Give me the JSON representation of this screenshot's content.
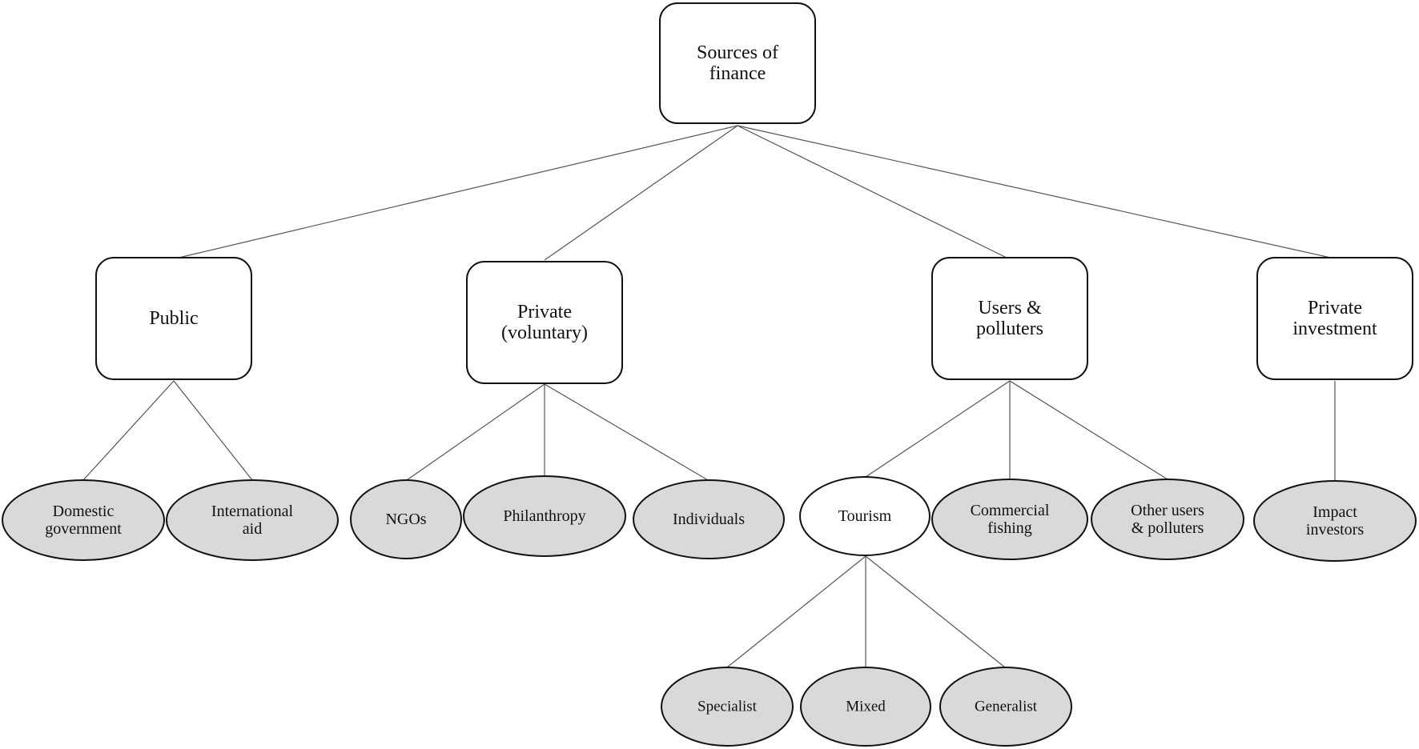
{
  "colors": {
    "leaf_fill": "#d9d9d9",
    "white_fill": "#ffffff",
    "stroke": "#111111",
    "edge": "#555555"
  },
  "diagram": {
    "root": {
      "id": "sources-of-finance",
      "lines": [
        "Sources of",
        "finance"
      ]
    },
    "categories": [
      {
        "id": "public",
        "lines": [
          "Public"
        ]
      },
      {
        "id": "private-voluntary",
        "lines": [
          "Private",
          "(voluntary)"
        ]
      },
      {
        "id": "users-polluters",
        "lines": [
          "Users &",
          "polluters"
        ]
      },
      {
        "id": "private-investment",
        "lines": [
          "Private",
          "investment"
        ]
      }
    ],
    "subcategories": [
      {
        "id": "domestic-government",
        "parent": "public",
        "lines": [
          "Domestic",
          "government"
        ],
        "style": "grey"
      },
      {
        "id": "international-aid",
        "parent": "public",
        "lines": [
          "International",
          "aid"
        ],
        "style": "grey"
      },
      {
        "id": "ngos",
        "parent": "private-voluntary",
        "lines": [
          "NGOs"
        ],
        "style": "grey"
      },
      {
        "id": "philanthropy",
        "parent": "private-voluntary",
        "lines": [
          "Philanthropy"
        ],
        "style": "grey"
      },
      {
        "id": "individuals",
        "parent": "private-voluntary",
        "lines": [
          "Individuals"
        ],
        "style": "grey"
      },
      {
        "id": "tourism",
        "parent": "users-polluters",
        "lines": [
          "Tourism"
        ],
        "style": "white"
      },
      {
        "id": "commercial-fishing",
        "parent": "users-polluters",
        "lines": [
          "Commercial",
          "fishing"
        ],
        "style": "grey"
      },
      {
        "id": "other-users-polluters",
        "parent": "users-polluters",
        "lines": [
          "Other users",
          "& polluters"
        ],
        "style": "grey"
      },
      {
        "id": "impact-investors",
        "parent": "private-investment",
        "lines": [
          "Impact",
          "investors"
        ],
        "style": "grey"
      }
    ],
    "tourism_types": [
      {
        "id": "specialist",
        "parent": "tourism",
        "lines": [
          "Specialist"
        ],
        "style": "grey"
      },
      {
        "id": "mixed",
        "parent": "tourism",
        "lines": [
          "Mixed"
        ],
        "style": "grey"
      },
      {
        "id": "generalist",
        "parent": "tourism",
        "lines": [
          "Generalist"
        ],
        "style": "grey"
      }
    ]
  }
}
